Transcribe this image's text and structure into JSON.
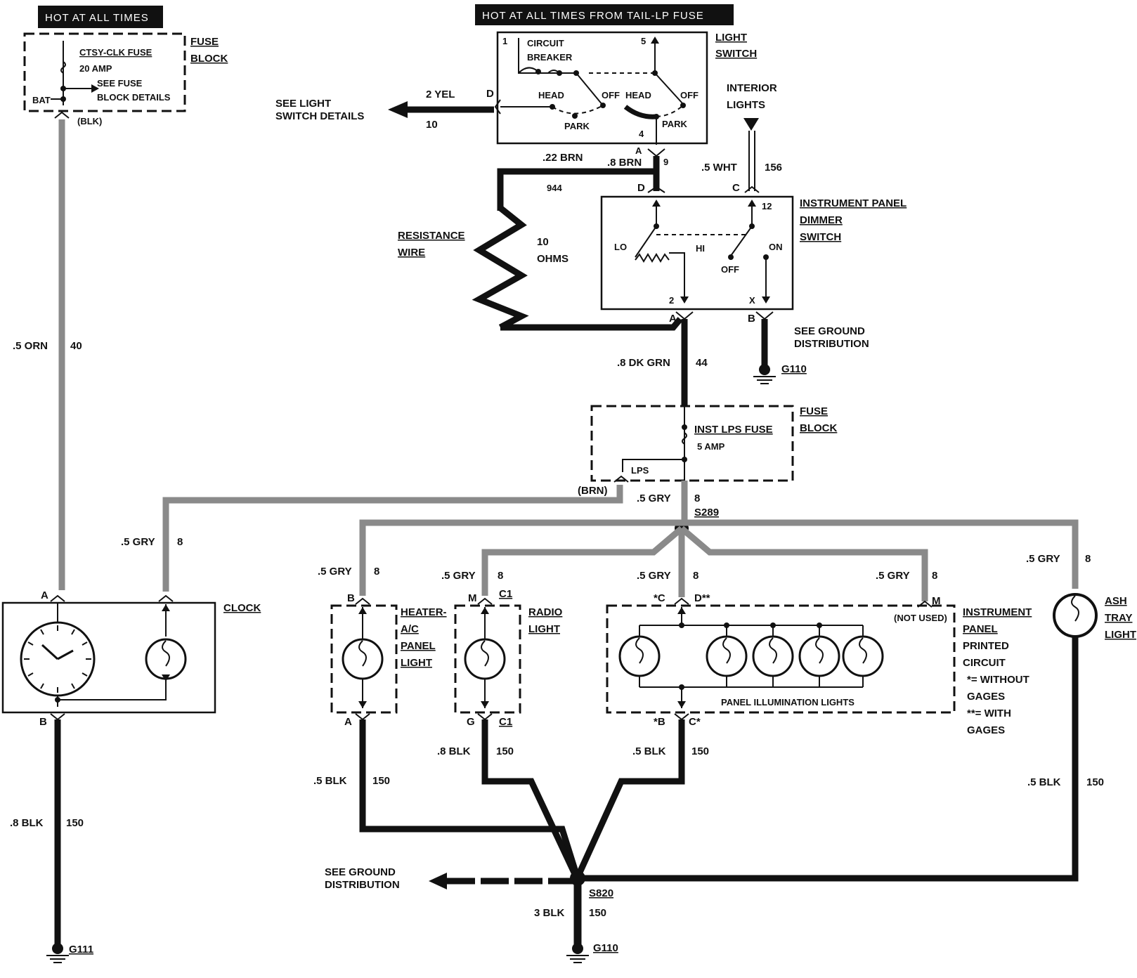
{
  "banners": {
    "hot_at_all_times": "HOT AT ALL TIMES",
    "hot_tail_lp": "HOT AT ALL TIMES FROM TAIL-LP FUSE"
  },
  "fuse_block_top": {
    "title_1": "FUSE",
    "title_2": "BLOCK",
    "fuse_name": "CTSY-CLK FUSE",
    "fuse_rating": "20 AMP",
    "see_1": "SEE FUSE",
    "see_2": "BLOCK DETAILS",
    "bat": "BAT",
    "conn": "(BLK)"
  },
  "light_switch": {
    "title_1": "LIGHT",
    "title_2": "SWITCH",
    "cb_1": "CIRCUIT",
    "cb_2": "BREAKER",
    "pin1": "1",
    "pin5": "5",
    "pin4": "4",
    "head_l": "HEAD",
    "off_l": "OFF",
    "park_l": "PARK",
    "head_r": "HEAD",
    "off_r": "OFF",
    "park_r": "PARK",
    "pin_d": "D",
    "pin_a": "A",
    "pin_9": "9"
  },
  "see_light": {
    "line1": "SEE LIGHT",
    "line2": "SWITCH DETAILS",
    "wire": "2 YEL",
    "circuit": "10"
  },
  "interior": {
    "line1": "INTERIOR",
    "line2": "LIGHTS",
    "wire": ".5 WHT",
    "circuit": "156",
    "pin": "C"
  },
  "dimmer": {
    "title_1": "INSTRUMENT PANEL",
    "title_2": "DIMMER",
    "title_3": "SWITCH",
    "pin12": "12",
    "lo": "LO",
    "hi": "HI",
    "off": "OFF",
    "on": "ON",
    "pin2": "2",
    "pinx": "X",
    "pin_a": "A",
    "pin_b": "B",
    "pin_d": "D"
  },
  "wires": {
    "w22brn": ".22 BRN",
    "w8brn": ".8 BRN",
    "c944": "944",
    "dkgrn": ".8 DK GRN",
    "c44": "44",
    "orn": ".5 ORN",
    "c40": "40",
    "gry_s289": ".5 GRY",
    "c8": "8"
  },
  "resistance": {
    "line1": "RESISTANCE",
    "line2": "WIRE",
    "val1": "10",
    "val2": "OHMS"
  },
  "ground_dist_top": {
    "line1": "SEE GROUND",
    "line2": "DISTRIBUTION",
    "ground": "G110"
  },
  "fuse_block_mid": {
    "title_1": "FUSE",
    "title_2": "BLOCK",
    "fuse_name": "INST LPS FUSE",
    "fuse_rating": "5 AMP",
    "lps": "LPS",
    "conn": "(BRN)",
    "splice": "S289"
  },
  "clock": {
    "title": "CLOCK",
    "pin_a": "A",
    "pin_b": "B",
    "gry": ".5 GRY",
    "gry_c": "8",
    "blk": ".8 BLK",
    "blk_c": "150",
    "ground": "G111"
  },
  "heater": {
    "l1": "HEATER-",
    "l2": "A/C",
    "l3": "PANEL",
    "l4": "LIGHT",
    "pin_b": "B",
    "pin_a": "A",
    "gry": ".5 GRY",
    "gry_c": "8",
    "blk": ".5 BLK",
    "blk_c": "150"
  },
  "radio": {
    "l1": "RADIO",
    "l2": "LIGHT",
    "pin_m": "M",
    "c1_top": "C1",
    "pin_g": "G",
    "c1_bot": "C1",
    "gry": ".5 GRY",
    "gry_c": "8",
    "blk": ".8 BLK",
    "blk_c": "150"
  },
  "panel": {
    "l1": "INSTRUMENT",
    "l2": "PANEL",
    "l3": "PRINTED",
    "l4": "CIRCUIT",
    "n1": "*= WITHOUT",
    "n2": "GAGES",
    "n3": "**= WITH",
    "n4": "GAGES",
    "pin_c_top": "*C",
    "pin_d_top": "D**",
    "pin_m": "M",
    "not_used": "(NOT USED)",
    "pin_b_bot": "*B",
    "pin_c_bot": "C*",
    "lights_caption": "PANEL ILLUMINATION LIGHTS",
    "gry": ".5 GRY",
    "gry_c": "8",
    "gry_m": ".5 GRY",
    "gry_m_c": "8",
    "blk": ".5 BLK",
    "blk_c": "150"
  },
  "ashtray": {
    "l1": "ASH",
    "l2": "TRAY",
    "l3": "LIGHT",
    "gry": ".5 GRY",
    "gry_c": "8",
    "blk": ".5 BLK",
    "blk_c": "150"
  },
  "ground_bottom": {
    "see1": "SEE GROUND",
    "see2": "DISTRIBUTION",
    "splice": "S820",
    "wire": "3 BLK",
    "circuit": "150",
    "ground": "G110"
  }
}
